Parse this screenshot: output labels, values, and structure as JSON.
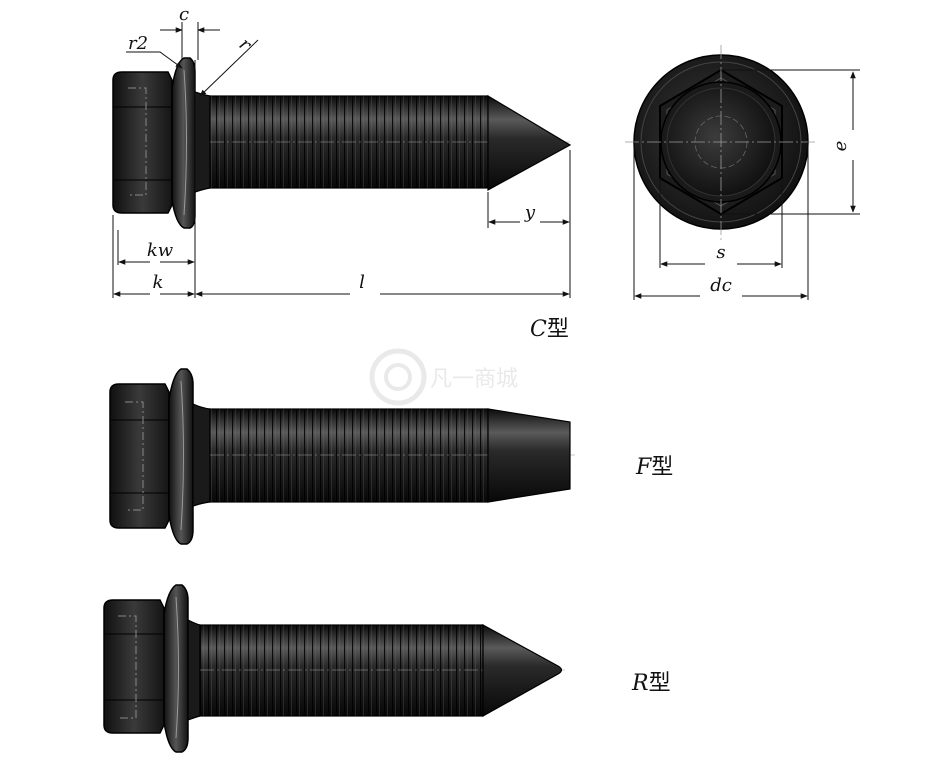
{
  "labels": {
    "c": "c",
    "r2": "r2",
    "r": "r",
    "kw": "kw",
    "k": "k",
    "l": "l",
    "y": "y",
    "e": "e",
    "s": "s",
    "dc": "dc"
  },
  "types": {
    "c_letter": "C",
    "f_letter": "F",
    "r_letter": "R",
    "suffix": "型"
  },
  "watermark": {
    "text": "凡一商城"
  },
  "colors": {
    "body": "#1e1e1e",
    "outline": "#000000",
    "dimension": "#111111"
  }
}
